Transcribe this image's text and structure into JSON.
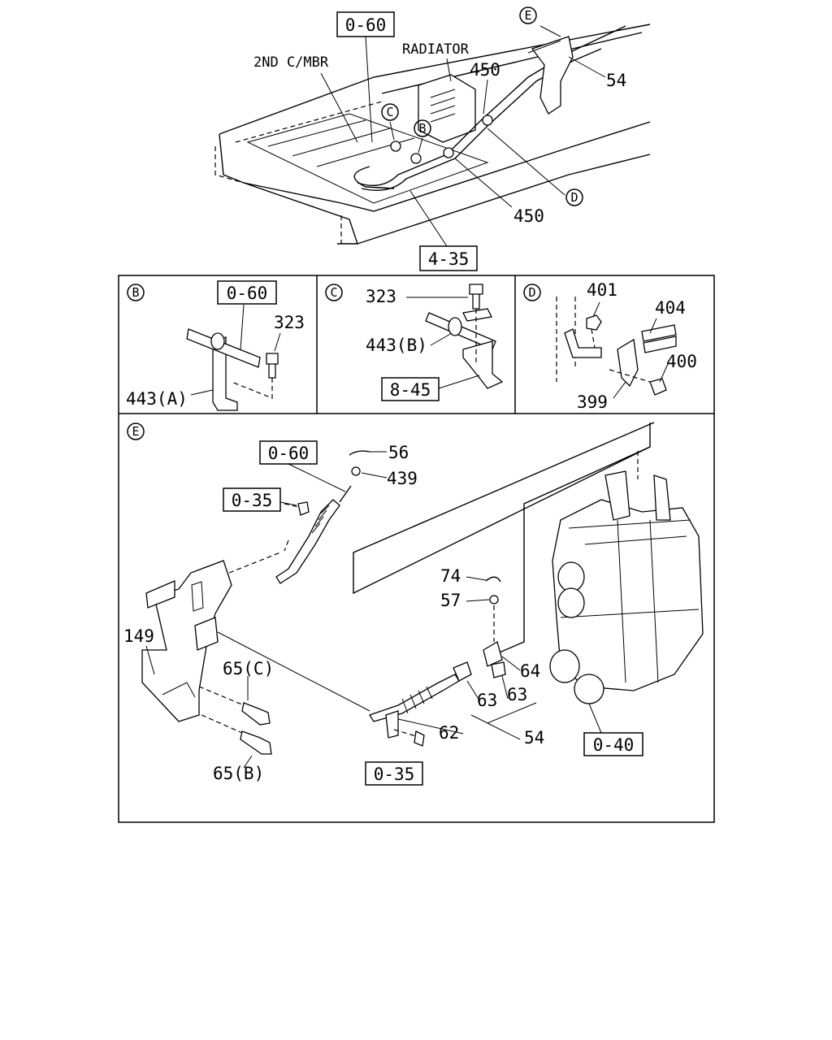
{
  "top_view": {
    "ref_boxes": [
      "0-60",
      "4-35"
    ],
    "labels": [
      "2ND C/MBR",
      "RADIATOR",
      "450",
      "54",
      "450"
    ],
    "callouts": [
      "E",
      "C",
      "B",
      "D"
    ]
  },
  "panel_b": {
    "letter": "B",
    "ref_box": "0-60",
    "labels": [
      "323",
      "443(A)"
    ]
  },
  "panel_c": {
    "letter": "C",
    "ref_box": "8-45",
    "labels": [
      "323",
      "443(B)"
    ]
  },
  "panel_d": {
    "letter": "D",
    "labels": [
      "401",
      "404",
      "400",
      "399"
    ]
  },
  "panel_e": {
    "letter": "E",
    "ref_boxes": [
      "0-60",
      "0-35",
      "0-35",
      "0-40"
    ],
    "labels": [
      "56",
      "439",
      "74",
      "57",
      "149",
      "65(C)",
      "64",
      "63",
      "63",
      "62",
      "54",
      "65(B)"
    ]
  }
}
